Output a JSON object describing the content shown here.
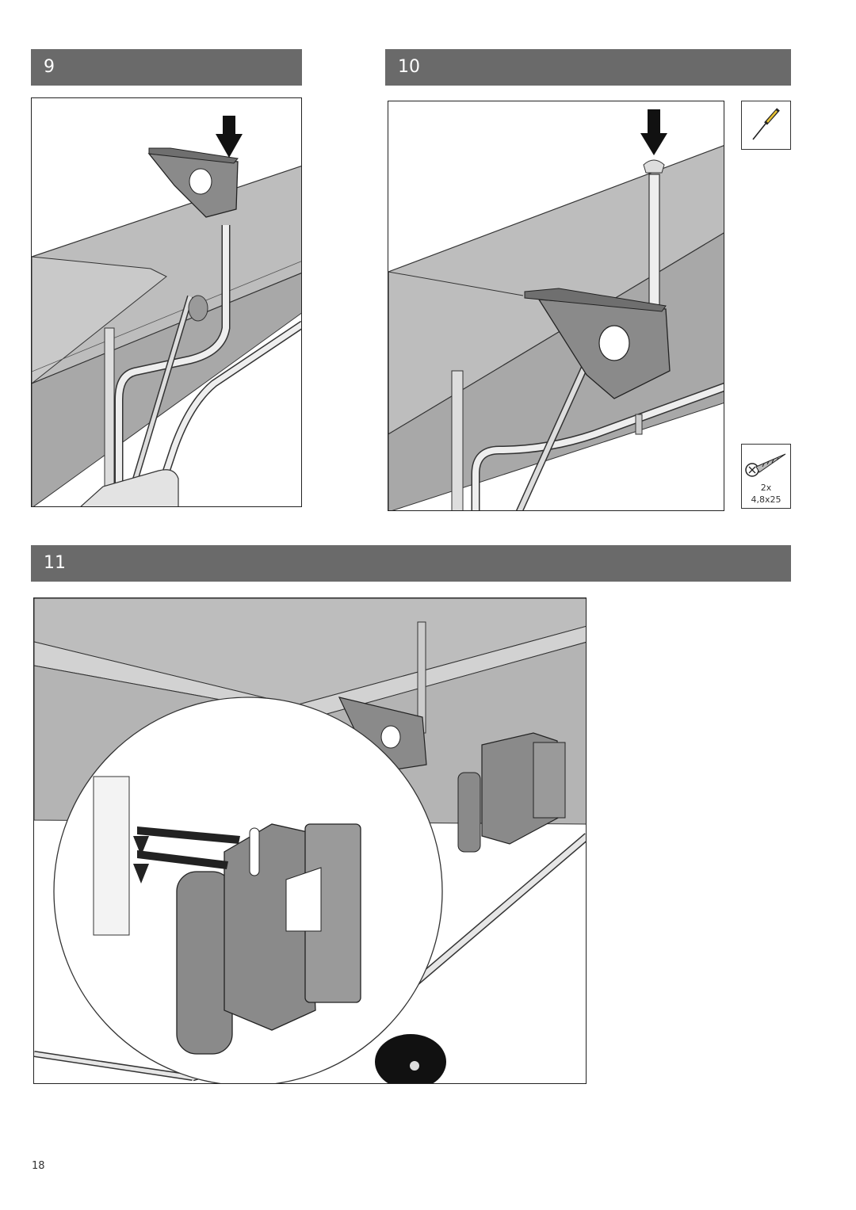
{
  "steps": [
    {
      "number": "9"
    },
    {
      "number": "10"
    },
    {
      "number": "11"
    }
  ],
  "hardware": {
    "quantity": "2x",
    "size": "4,8x25"
  },
  "icons": {
    "tool": "screwdriver-icon",
    "screw": "wood-screw-icon"
  },
  "page_number": "18",
  "colors": {
    "bar": "#6a6a6a",
    "table_gray": "#bdbdbd",
    "part_gray": "#8a8a8a"
  }
}
